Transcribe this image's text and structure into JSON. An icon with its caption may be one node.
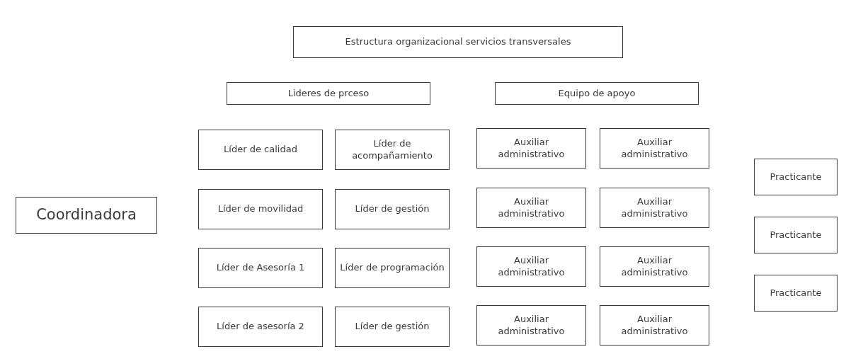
{
  "diagram": {
    "nodes": [
      {
        "text": [
          "Estructura organizacional servicios transversales"
        ]
      },
      {
        "text": [
          "Lideres de prceso"
        ]
      },
      {
        "text": [
          "Equipo de apoyo"
        ]
      },
      {
        "text": [
          "Coordinadora"
        ]
      },
      {
        "text": [
          "Líder de calidad"
        ]
      },
      {
        "text": [
          "Líder de acompañamiento"
        ]
      },
      {
        "text": [
          "Líder de movilidad"
        ]
      },
      {
        "text": [
          "Líder de gestión"
        ]
      },
      {
        "text": [
          "Líder de Asesoría 1"
        ]
      },
      {
        "text": [
          "Líder de programación"
        ]
      },
      {
        "text": [
          "Líder de asesoría 2"
        ]
      },
      {
        "text": [
          "Líder de gestión"
        ]
      },
      {
        "text": [
          "Auxiliar administrativo"
        ]
      },
      {
        "text": [
          "Auxiliar administrativo"
        ]
      },
      {
        "text": [
          "Auxiliar administrativo"
        ]
      },
      {
        "text": [
          "Auxiliar administrativo"
        ]
      },
      {
        "text": [
          "Auxiliar administrativo"
        ]
      },
      {
        "text": [
          "Auxiliar administrativo"
        ]
      },
      {
        "text": [
          "Auxiliar administrativo"
        ]
      },
      {
        "text": [
          "Auxiliar administrativo"
        ]
      },
      {
        "text": [
          "Practicante"
        ]
      },
      {
        "text": [
          "Practicante"
        ]
      },
      {
        "text": [
          "Practicante"
        ]
      }
    ]
  }
}
